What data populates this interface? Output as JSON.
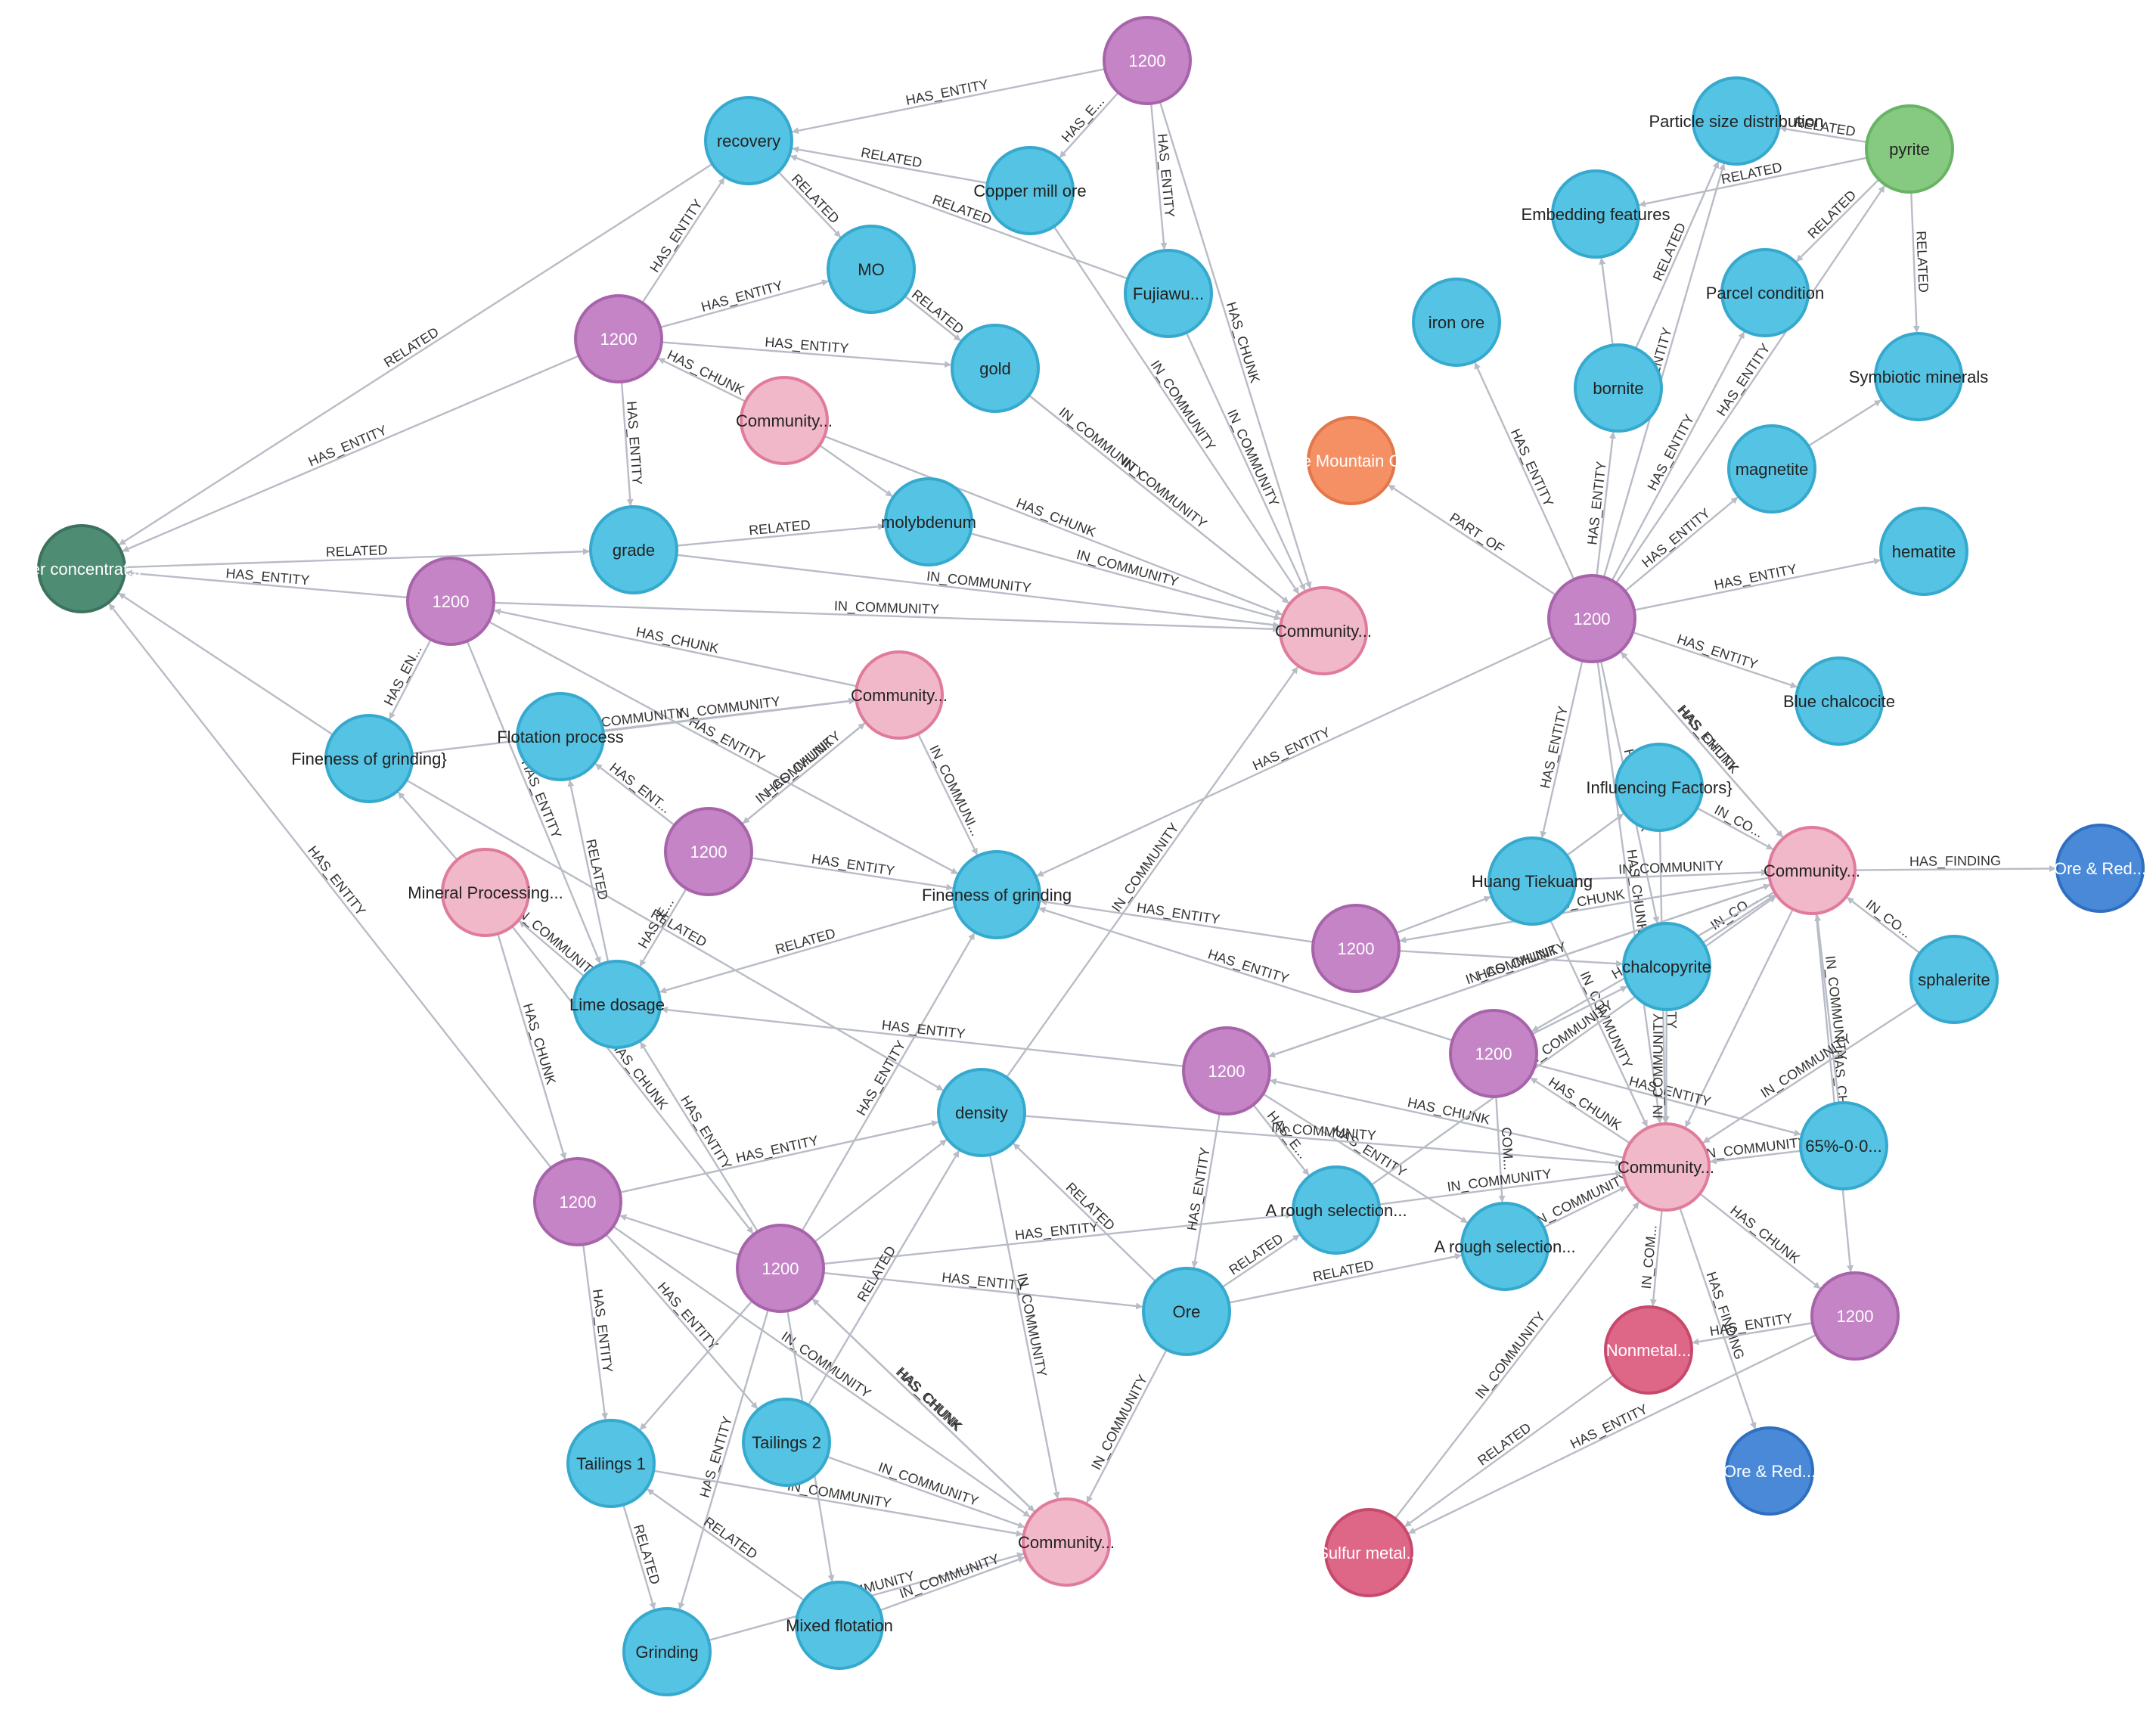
{
  "node_types": {
    "entity": {
      "fill": "#55c3e3",
      "stroke": "#36a9ce",
      "text": "dark"
    },
    "chunk": {
      "fill": "#c484c6",
      "stroke": "#a864aa",
      "text": "light"
    },
    "community": {
      "fill": "#f0b8c8",
      "stroke": "#e07b9c",
      "text": "dark"
    },
    "document": {
      "fill": "#4f8c74",
      "stroke": "#3c735e",
      "text": "light"
    },
    "source": {
      "fill": "#f59064",
      "stroke": "#e3774a",
      "text": "light"
    },
    "category": {
      "fill": "#de6788",
      "stroke": "#c74a6c",
      "text": "light"
    },
    "finding": {
      "fill": "#4a89d8",
      "stroke": "#2f6fc0",
      "text": "light"
    },
    "mineral": {
      "fill": "#86ca82",
      "stroke": "#68b364",
      "text": "dark"
    }
  },
  "nodes": [
    {
      "id": "c_top",
      "label": "1200",
      "type": "chunk"
    },
    {
      "id": "recovery",
      "label": "recovery",
      "type": "entity"
    },
    {
      "id": "copper_mill",
      "label": "Copper mill ore",
      "type": "entity"
    },
    {
      "id": "fujiawu",
      "label": "Fujiawu...",
      "type": "entity"
    },
    {
      "id": "mo",
      "label": "MO",
      "type": "entity"
    },
    {
      "id": "c_a",
      "label": "1200",
      "type": "chunk"
    },
    {
      "id": "gold",
      "label": "gold",
      "type": "entity"
    },
    {
      "id": "comm1",
      "label": "Community...",
      "type": "community"
    },
    {
      "id": "molybdenum",
      "label": "molybdenum",
      "type": "entity"
    },
    {
      "id": "grade",
      "label": "grade",
      "type": "entity"
    },
    {
      "id": "copper_conc",
      "label": "per concentrat...",
      "type": "document"
    },
    {
      "id": "c_b",
      "label": "1200",
      "type": "chunk"
    },
    {
      "id": "comm_mid",
      "label": "Community...",
      "type": "community"
    },
    {
      "id": "fineness1",
      "label": "Fineness of grinding}",
      "type": "entity"
    },
    {
      "id": "flotation",
      "label": "Flotation process",
      "type": "entity"
    },
    {
      "id": "comm2",
      "label": "Community...",
      "type": "community"
    },
    {
      "id": "c_c",
      "label": "1200",
      "type": "chunk"
    },
    {
      "id": "mineral_proc",
      "label": "Mineral Processing...",
      "type": "community"
    },
    {
      "id": "fineness2",
      "label": "Fineness of grinding",
      "type": "entity"
    },
    {
      "id": "lime",
      "label": "Lime dosage",
      "type": "entity"
    },
    {
      "id": "density",
      "label": "density",
      "type": "entity"
    },
    {
      "id": "c_d",
      "label": "1200",
      "type": "chunk"
    },
    {
      "id": "c_e",
      "label": "1200",
      "type": "chunk"
    },
    {
      "id": "ore",
      "label": "Ore",
      "type": "entity"
    },
    {
      "id": "c_f",
      "label": "1200",
      "type": "chunk"
    },
    {
      "id": "tailings1",
      "label": "Tailings 1",
      "type": "entity"
    },
    {
      "id": "tailings2",
      "label": "Tailings 2",
      "type": "entity"
    },
    {
      "id": "comm_bottom",
      "label": "Community...",
      "type": "community"
    },
    {
      "id": "grinding",
      "label": "Grinding",
      "type": "entity"
    },
    {
      "id": "mixed",
      "label": "Mixed flotation",
      "type": "entity"
    },
    {
      "id": "mountain",
      "label": "e Mountain C",
      "type": "source"
    },
    {
      "id": "particle",
      "label": "Particle size distribution",
      "type": "entity"
    },
    {
      "id": "pyrite",
      "label": "pyrite",
      "type": "mineral"
    },
    {
      "id": "embedding",
      "label": "Embedding features",
      "type": "entity"
    },
    {
      "id": "parcel",
      "label": "Parcel condition",
      "type": "entity"
    },
    {
      "id": "iron_ore",
      "label": "iron ore",
      "type": "entity"
    },
    {
      "id": "bornite",
      "label": "bornite",
      "type": "entity"
    },
    {
      "id": "symbiotic",
      "label": "Symbiotic minerals",
      "type": "entity"
    },
    {
      "id": "magnetite",
      "label": "magnetite",
      "type": "entity"
    },
    {
      "id": "hematite",
      "label": "hematite",
      "type": "entity"
    },
    {
      "id": "c_hub",
      "label": "1200",
      "type": "chunk"
    },
    {
      "id": "blue_chalc",
      "label": "Blue chalcocite",
      "type": "entity"
    },
    {
      "id": "influencing",
      "label": "Influencing Factors}",
      "type": "entity"
    },
    {
      "id": "huang",
      "label": "Huang Tiekuang",
      "type": "entity"
    },
    {
      "id": "comm_r1",
      "label": "Community...",
      "type": "community"
    },
    {
      "id": "ore_red1",
      "label": "Ore & Red...",
      "type": "finding"
    },
    {
      "id": "c_g",
      "label": "1200",
      "type": "chunk"
    },
    {
      "id": "chalcopyrite",
      "label": "chalcopyrite",
      "type": "entity"
    },
    {
      "id": "sphalerite",
      "label": "sphalerite",
      "type": "entity"
    },
    {
      "id": "c_h",
      "label": "1200",
      "type": "chunk"
    },
    {
      "id": "comm_r2",
      "label": "Community...",
      "type": "community"
    },
    {
      "id": "pct65",
      "label": "65%-0·0...",
      "type": "entity"
    },
    {
      "id": "rough1",
      "label": "A rough selection...",
      "type": "entity"
    },
    {
      "id": "rough2",
      "label": "A rough selection...",
      "type": "entity"
    },
    {
      "id": "c_i",
      "label": "1200",
      "type": "chunk"
    },
    {
      "id": "nonmetal",
      "label": "Nonmetal...",
      "type": "category"
    },
    {
      "id": "ore_red2",
      "label": "Ore & Red...",
      "type": "finding"
    },
    {
      "id": "sulfur",
      "label": "Sulfur metal...",
      "type": "category"
    }
  ],
  "edges": [
    {
      "s": "c_top",
      "t": "recovery",
      "label": "HAS_ENTITY"
    },
    {
      "s": "c_top",
      "t": "copper_mill",
      "label": "HAS_E..."
    },
    {
      "s": "c_top",
      "t": "fujiawu",
      "label": "HAS_ENTITY"
    },
    {
      "s": "c_top",
      "t": "comm_mid",
      "label": "HAS_CHUNK"
    },
    {
      "s": "copper_mill",
      "t": "recovery",
      "label": "RELATED"
    },
    {
      "s": "copper_mill",
      "t": "comm_mid",
      "label": "IN_COMMUNITY"
    },
    {
      "s": "fujiawu",
      "t": "recovery",
      "label": "RELATED"
    },
    {
      "s": "fujiawu",
      "t": "comm_mid",
      "label": "IN_COMMUNITY"
    },
    {
      "s": "recovery",
      "t": "mo",
      "label": "RELATED"
    },
    {
      "s": "c_a",
      "t": "recovery",
      "label": "HAS_ENTITY"
    },
    {
      "s": "c_a",
      "t": "mo",
      "label": "HAS_ENTITY"
    },
    {
      "s": "c_a",
      "t": "gold",
      "label": "HAS_ENTITY"
    },
    {
      "s": "c_a",
      "t": "grade",
      "label": "HAS_ENTITY"
    },
    {
      "s": "comm1",
      "t": "c_a",
      "label": "HAS_CHUNK"
    },
    {
      "s": "c_a",
      "t": "copper_conc",
      "label": "HAS_ENTITY"
    },
    {
      "s": "mo",
      "t": "gold",
      "label": "RELATED"
    },
    {
      "s": "gold",
      "t": "comm_mid",
      "label": "IN_COMMUNITY"
    },
    {
      "s": "mo",
      "t": "comm_mid",
      "label": "IN_COMMUNITY"
    },
    {
      "s": "comm1",
      "t": "comm_mid",
      "label": "HAS_CHUNK"
    },
    {
      "s": "comm1",
      "t": "molybdenum",
      "label": ""
    },
    {
      "s": "molybdenum",
      "t": "comm_mid",
      "label": "IN_COMMUNITY"
    },
    {
      "s": "grade",
      "t": "molybdenum",
      "label": "RELATED"
    },
    {
      "s": "grade",
      "t": "comm_mid",
      "label": "IN_COMMUNITY"
    },
    {
      "s": "recovery",
      "t": "copper_conc",
      "label": "RELATED"
    },
    {
      "s": "copper_conc",
      "t": "grade",
      "label": "RELATED"
    },
    {
      "s": "c_b",
      "t": "copper_conc",
      "label": "HAS_ENTITY"
    },
    {
      "s": "c_b",
      "t": "comm_mid",
      "label": "IN_COMMUNITY"
    },
    {
      "s": "c_b",
      "t": "fineness1",
      "label": "HAS_EN..."
    },
    {
      "s": "c_b",
      "t": "lime",
      "label": "HAS_ENTITY"
    },
    {
      "s": "c_b",
      "t": "fineness2",
      "label": "HAS_ENTITY"
    },
    {
      "s": "comm2",
      "t": "c_b",
      "label": "HAS_CHUNK"
    },
    {
      "s": "fineness1",
      "t": "comm2",
      "label": "IN_COMMUNITY"
    },
    {
      "s": "flotation",
      "t": "comm2",
      "label": "IN_COMMUNITY"
    },
    {
      "s": "fineness1",
      "t": "copper_conc",
      "label": ""
    },
    {
      "s": "fineness1",
      "t": "density",
      "label": "RELATED"
    },
    {
      "s": "c_c",
      "t": "flotation",
      "label": "HAS_ENT..."
    },
    {
      "s": "comm2",
      "t": "c_c",
      "label": "HAS_CHUNK"
    },
    {
      "s": "c_c",
      "t": "comm2",
      "label": "IN_COMMUNITY"
    },
    {
      "s": "c_c",
      "t": "fineness2",
      "label": "HAS_ENTITY"
    },
    {
      "s": "c_c",
      "t": "lime",
      "label": "HAS_E..."
    },
    {
      "s": "comm2",
      "t": "fineness2",
      "label": "IN_COMMUNI..."
    },
    {
      "s": "lime",
      "t": "flotation",
      "label": "RELATED"
    },
    {
      "s": "fineness2",
      "t": "lime",
      "label": "RELATED"
    },
    {
      "s": "mineral_proc",
      "t": "fineness1",
      "label": ""
    },
    {
      "s": "mineral_proc",
      "t": "c_f",
      "label": "HAS_CHUNK"
    },
    {
      "s": "mineral_proc",
      "t": "c_e",
      "label": "HAS_CHUNK"
    },
    {
      "s": "lime",
      "t": "mineral_proc",
      "label": "IN_COMMUNITY"
    },
    {
      "s": "c_e",
      "t": "lime",
      "label": "HAS_ENTITY"
    },
    {
      "s": "c_f",
      "t": "copper_conc",
      "label": "HAS_ENTITY"
    },
    {
      "s": "c_f",
      "t": "density",
      "label": "HAS_ENTITY"
    },
    {
      "s": "c_f",
      "t": "tailings1",
      "label": "HAS_ENTITY"
    },
    {
      "s": "c_f",
      "t": "tailings2",
      "label": "HAS_ENTITY"
    },
    {
      "s": "c_f",
      "t": "comm_bottom",
      "label": "IN_COMMUNITY"
    },
    {
      "s": "c_e",
      "t": "fineness2",
      "label": "HAS_ENTITY"
    },
    {
      "s": "c_e",
      "t": "density",
      "label": ""
    },
    {
      "s": "c_e",
      "t": "ore",
      "label": "HAS_ENTITY"
    },
    {
      "s": "c_e",
      "t": "rough1",
      "label": "HAS_ENTITY"
    },
    {
      "s": "c_e",
      "t": "tailings1",
      "label": ""
    },
    {
      "s": "c_e",
      "t": "grinding",
      "label": "HAS_ENTITY"
    },
    {
      "s": "c_e",
      "t": "mixed",
      "label": ""
    },
    {
      "s": "comm_bottom",
      "t": "c_e",
      "label": "HAS_CHUNK"
    },
    {
      "s": "c_e",
      "t": "comm_bottom",
      "label": "HAS_CHUNK"
    },
    {
      "s": "c_e",
      "t": "c_f",
      "label": ""
    },
    {
      "s": "tailings2",
      "t": "density",
      "label": "RELATED"
    },
    {
      "s": "density",
      "t": "comm_bottom",
      "label": "IN_COMMUNITY"
    },
    {
      "s": "density",
      "t": "comm_mid",
      "label": "IN_COMMUNITY"
    },
    {
      "s": "ore",
      "t": "density",
      "label": "RELATED"
    },
    {
      "s": "ore",
      "t": "rough1",
      "label": "RELATED"
    },
    {
      "s": "ore",
      "t": "rough2",
      "label": "RELATED"
    },
    {
      "s": "ore",
      "t": "comm_bottom",
      "label": "IN_COMMUNITY"
    },
    {
      "s": "c_d",
      "t": "lime",
      "label": "HAS_ENTITY"
    },
    {
      "s": "c_d",
      "t": "ore",
      "label": "HAS_ENTITY"
    },
    {
      "s": "c_d",
      "t": "rough1",
      "label": "HAS_E..."
    },
    {
      "s": "c_d",
      "t": "rough2",
      "label": "HAS_ENTITY"
    },
    {
      "s": "comm_r2",
      "t": "c_d",
      "label": "HAS_CHUNK"
    },
    {
      "s": "density",
      "t": "comm_r2",
      "label": "IN_COMMUNITY"
    },
    {
      "s": "tailings1",
      "t": "comm_bottom",
      "label": "IN_COMMUNITY"
    },
    {
      "s": "tailings2",
      "t": "comm_bottom",
      "label": "IN_COMMUNITY"
    },
    {
      "s": "tailings1",
      "t": "grinding",
      "label": "RELATED"
    },
    {
      "s": "mixed",
      "t": "tailings1",
      "label": "RELATED"
    },
    {
      "s": "grinding",
      "t": "comm_bottom",
      "label": "IN_COMMUNITY"
    },
    {
      "s": "mixed",
      "t": "comm_bottom",
      "label": "IN_COMMUNITY"
    },
    {
      "s": "c_hub",
      "t": "mountain",
      "label": "PART_OF"
    },
    {
      "s": "c_hub",
      "t": "iron_ore",
      "label": "HAS_ENTITY"
    },
    {
      "s": "c_hub",
      "t": "bornite",
      "label": "HAS_ENTITY"
    },
    {
      "s": "c_hub",
      "t": "particle",
      "label": "HAS_ENTITY"
    },
    {
      "s": "c_hub",
      "t": "parcel",
      "label": "HAS_ENTITY"
    },
    {
      "s": "c_hub",
      "t": "magnetite",
      "label": "HAS_ENTITY"
    },
    {
      "s": "c_hub",
      "t": "pyrite",
      "label": "HAS_ENTITY"
    },
    {
      "s": "c_hub",
      "t": "hematite",
      "label": "HAS_ENTITY"
    },
    {
      "s": "c_hub",
      "t": "blue_chalc",
      "label": "HAS_ENTITY"
    },
    {
      "s": "c_hub",
      "t": "huang",
      "label": "HAS_ENTITY"
    },
    {
      "s": "c_hub",
      "t": "fineness2",
      "label": "HAS_ENTITY"
    },
    {
      "s": "c_hub",
      "t": "chalcopyrite",
      "label": "HAS_CHUNK"
    },
    {
      "s": "comm_r1",
      "t": "c_hub",
      "label": "HAS_CHUNK"
    },
    {
      "s": "c_hub",
      "t": "comm_r1",
      "label": "HAS_ENTITY"
    },
    {
      "s": "bornite",
      "t": "embedding",
      "label": ""
    },
    {
      "s": "bornite",
      "t": "particle",
      "label": "RELATED"
    },
    {
      "s": "pyrite",
      "t": "particle",
      "label": "RELATED"
    },
    {
      "s": "pyrite",
      "t": "embedding",
      "label": "RELATED"
    },
    {
      "s": "pyrite",
      "t": "parcel",
      "label": "RELATED"
    },
    {
      "s": "pyrite",
      "t": "symbiotic",
      "label": "RELATED"
    },
    {
      "s": "magnetite",
      "t": "symbiotic",
      "label": ""
    },
    {
      "s": "c_hub",
      "t": "comm_r2",
      "label": "HAS_CHUNK"
    },
    {
      "s": "influencing",
      "t": "comm_r1",
      "label": "IN_CO..."
    },
    {
      "s": "influencing",
      "t": "comm_r2",
      "label": "IN_COMMUNITY"
    },
    {
      "s": "huang",
      "t": "comm_r1",
      "label": "IN_COMMUNITY"
    },
    {
      "s": "huang",
      "t": "influencing",
      "label": ""
    },
    {
      "s": "huang",
      "t": "comm_r2",
      "label": "IN_COMMUNITY"
    },
    {
      "s": "comm_r1",
      "t": "ore_red1",
      "label": "HAS_FINDING"
    },
    {
      "s": "comm_r1",
      "t": "c_g",
      "label": "HAS_CHUNK"
    },
    {
      "s": "c_g",
      "t": "fineness2",
      "label": "HAS_ENTITY"
    },
    {
      "s": "c_g",
      "t": "huang",
      "label": ""
    },
    {
      "s": "c_g",
      "t": "chalcopyrite",
      "label": ""
    },
    {
      "s": "sphalerite",
      "t": "comm_r1",
      "label": "IN_CO..."
    },
    {
      "s": "chalcopyrite",
      "t": "comm_r1",
      "label": "IN_CO..."
    },
    {
      "s": "c_d",
      "t": "comm_r1",
      "label": "IN_COMMUNITY"
    },
    {
      "s": "comm_r1",
      "t": "c_d",
      "label": "HAS_CHUNK"
    },
    {
      "s": "comm_r1",
      "t": "c_h",
      "label": "HAS_CHUNK"
    },
    {
      "s": "comm_r1",
      "t": "c_i",
      "label": "HAS_CHUNK"
    },
    {
      "s": "pct65",
      "t": "comm_r1",
      "label": "IN_COMMUNITY"
    },
    {
      "s": "comm_r1",
      "t": "comm_r2",
      "label": ""
    },
    {
      "s": "c_h",
      "t": "fineness2",
      "label": "HAS_ENTITY"
    },
    {
      "s": "c_h",
      "t": "chalcopyrite",
      "label": ""
    },
    {
      "s": "c_h",
      "t": "rough2",
      "label": "COM..."
    },
    {
      "s": "c_h",
      "t": "pct65",
      "label": "HAS_ENTITY"
    },
    {
      "s": "comm_r2",
      "t": "c_h",
      "label": "HAS_CHUNK"
    },
    {
      "s": "chalcopyrite",
      "t": "comm_r2",
      "label": "IN_COMMUNITY"
    },
    {
      "s": "sphalerite",
      "t": "comm_r2",
      "label": "IN_COMMUNITY"
    },
    {
      "s": "pct65",
      "t": "comm_r2",
      "label": "IN_COMMUNITY"
    },
    {
      "s": "rough1",
      "t": "comm_r2",
      "label": "IN_COMMUNITY"
    },
    {
      "s": "rough2",
      "t": "comm_r2",
      "label": "IN_COMMUNITY"
    },
    {
      "s": "rough1",
      "t": "comm_r1",
      "label": "IN_COMMUNITY"
    },
    {
      "s": "comm_r2",
      "t": "c_i",
      "label": "HAS_CHUNK"
    },
    {
      "s": "comm_r2",
      "t": "nonmetal",
      "label": "IN_COM..."
    },
    {
      "s": "comm_r2",
      "t": "ore_red2",
      "label": "HAS_FINDING"
    },
    {
      "s": "sulfur",
      "t": "comm_r2",
      "label": "IN_COMMUNITY"
    },
    {
      "s": "c_i",
      "t": "nonmetal",
      "label": "HAS_ENTITY"
    },
    {
      "s": "c_i",
      "t": "sulfur",
      "label": "HAS_ENTITY"
    },
    {
      "s": "nonmetal",
      "t": "sulfur",
      "label": "RELATED"
    }
  ]
}
